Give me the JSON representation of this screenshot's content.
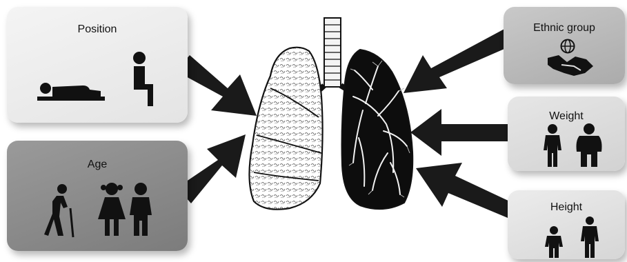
{
  "factors": {
    "position": "Position",
    "age": "Age",
    "ethnic_group": "Ethnic group",
    "weight": "Weight",
    "height": "Height"
  },
  "colors": {
    "arrow": "#1a1a1a",
    "panel_light": "#eeeeee",
    "panel_dark": "#8a8a8a"
  },
  "icons": [
    "lying-person-icon",
    "seated-person-icon",
    "elderly-person-icon",
    "children-icon",
    "globe-icon",
    "handshake-icon",
    "thin-person-icon",
    "heavy-person-icon",
    "short-person-icon",
    "tall-person-icon",
    "lungs-icon"
  ]
}
